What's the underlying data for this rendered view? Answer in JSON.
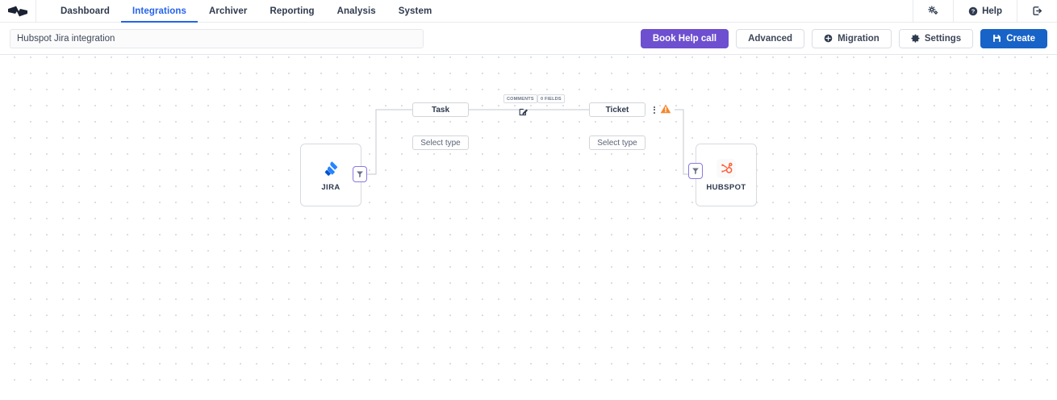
{
  "brand": {
    "logo_icon": "bowtie-logo-icon",
    "accent_blue": "#2563eb",
    "purple": "#6d4fd0",
    "create_blue": "#1763c7",
    "warning_orange": "#f5872b"
  },
  "topnav": {
    "items": [
      {
        "label": "Dashboard",
        "active": false
      },
      {
        "label": "Integrations",
        "active": true
      },
      {
        "label": "Archiver",
        "active": false
      },
      {
        "label": "Reporting",
        "active": false
      },
      {
        "label": "Analysis",
        "active": false
      },
      {
        "label": "System",
        "active": false
      }
    ],
    "right": {
      "settings_icon": "gear-icon",
      "help_icon": "question-circle-icon",
      "help_label": "Help",
      "logout_icon": "logout-icon"
    }
  },
  "actionbar": {
    "title_value": "Hubspot Jira integration",
    "title_placeholder": "Integration name",
    "book_help_call": "Book Help call",
    "advanced": "Advanced",
    "migration": "Migration",
    "migration_icon": "plus-circle-icon",
    "settings": "Settings",
    "settings_icon": "gear-icon",
    "create": "Create",
    "create_icon": "save-disk-icon"
  },
  "flow": {
    "nodes": [
      {
        "id": "jira",
        "label": "JIRA",
        "logo_icon": "jira-logo-icon"
      },
      {
        "id": "hubspot",
        "label": "HUBSPOT",
        "logo_icon": "hubspot-logo-icon"
      }
    ],
    "filters": [
      {
        "id": "jira-filter",
        "icon": "filter-icon"
      },
      {
        "id": "hubspot-filter",
        "icon": "filter-icon"
      }
    ],
    "entities": [
      {
        "id": "task",
        "label": "Task"
      },
      {
        "id": "ticket",
        "label": "Ticket"
      }
    ],
    "type_selectors": [
      {
        "id": "jira-type",
        "label": "Select type"
      },
      {
        "id": "hubspot-type",
        "label": "Select type"
      }
    ],
    "chips": [
      {
        "id": "comments",
        "label": "COMMENTS"
      },
      {
        "id": "fields",
        "label": "0 FIELDS"
      }
    ],
    "edit_icon": "edit-pencil-icon",
    "kebab_icon": "more-vertical-icon",
    "warning_icon": "warning-triangle-icon"
  }
}
